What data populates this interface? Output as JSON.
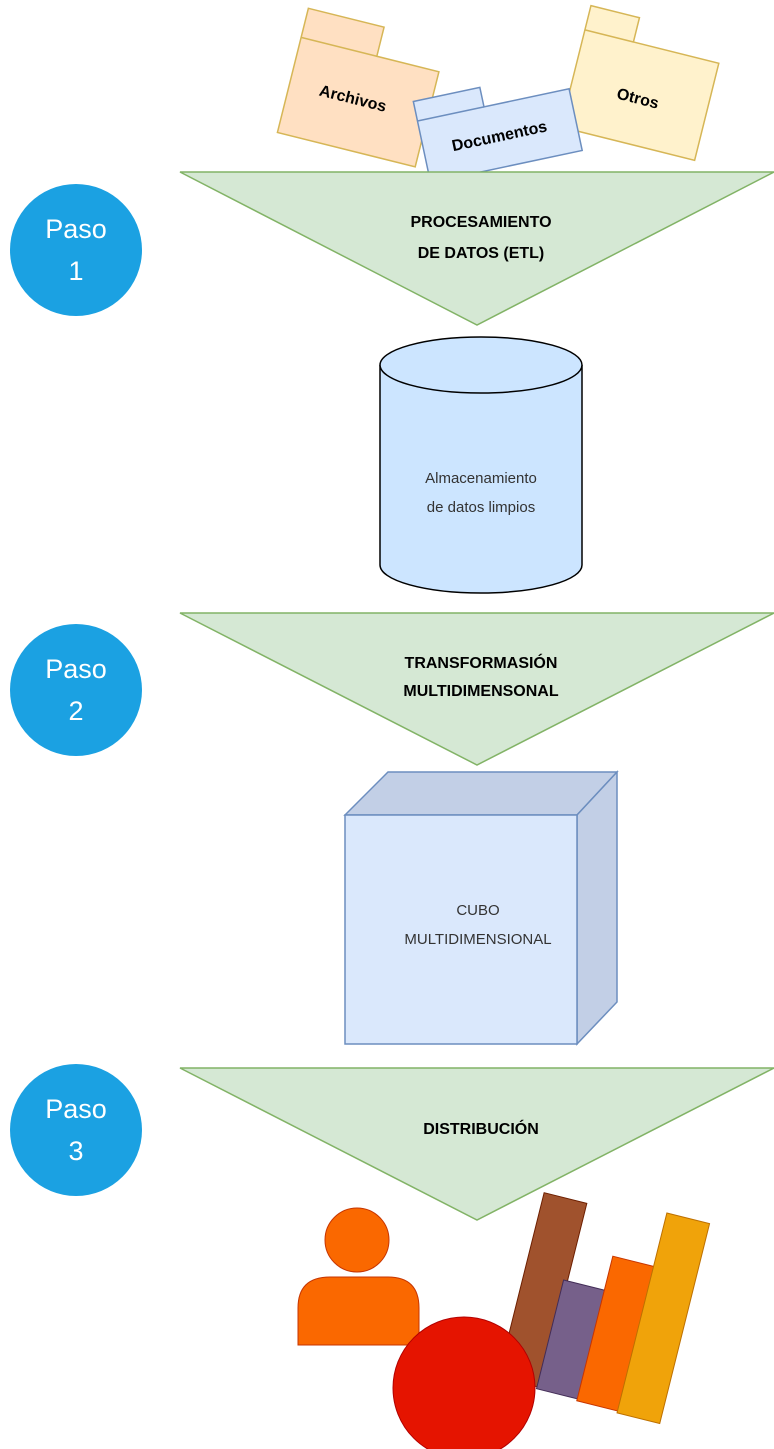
{
  "sources": {
    "archivos": "Archivos",
    "documentos": "Documentos",
    "otros": "Otros"
  },
  "steps": [
    {
      "badge_line1": "Paso",
      "badge_line2": "1",
      "label_line1": "PROCESAMIENTO",
      "label_line2": "DE DATOS (ETL)"
    },
    {
      "badge_line1": "Paso",
      "badge_line2": "2",
      "label_line1": "TRANSFORMASIÓN",
      "label_line2": "MULTIDIMENSONAL"
    },
    {
      "badge_line1": "Paso",
      "badge_line2": "3",
      "label_line1": "DISTRIBUCIÓN",
      "label_line2": ""
    }
  ],
  "storage": {
    "line1": "Almacenamiento",
    "line2": "de datos limpios"
  },
  "cube": {
    "line1": "CUBO",
    "line2": "MULTIDIMENSIONAL"
  },
  "colors": {
    "badge": "#1ba1e2",
    "funnel_fill": "#d5e8d4",
    "funnel_stroke": "#82b366",
    "store_fill": "#cce5ff",
    "cube_fill": "#dae8fc",
    "cube_stroke": "#6c8ebf",
    "folder_orange": "#ffe0c2",
    "folder_yellow": "#fff2cc",
    "person": "#fa6800",
    "circle": "#e51400",
    "bar_brown": "#a0522d",
    "bar_purple": "#76608a",
    "bar_orange": "#fa6800",
    "bar_amber": "#f0a30a"
  }
}
